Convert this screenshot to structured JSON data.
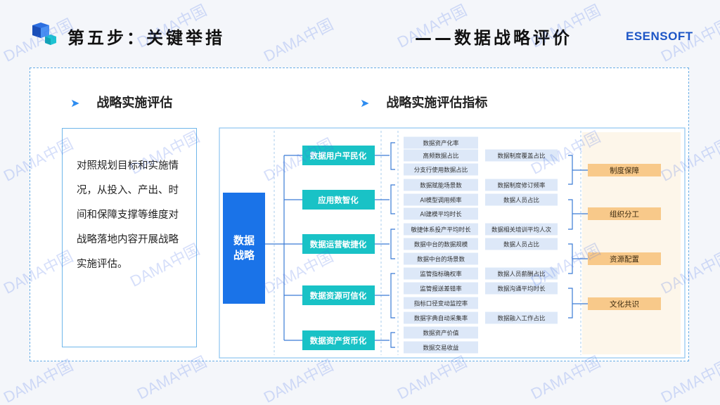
{
  "header": {
    "title_left": "第五步：关键举措",
    "title_right": "——数据战略评价",
    "brand": "ESENSOFT"
  },
  "left_section": {
    "title": "战略实施评估",
    "description": "对照规划目标和实施情况，从投入、产出、时间和保障支撑等维度对战略落地内容开展战略实施评估。"
  },
  "right_section": {
    "title": "战略实施评估指标"
  },
  "diagram": {
    "root": "数据战略",
    "goals": [
      "数据用户平民化",
      "应用数智化",
      "数据运营敏捷化",
      "数据资源可信化",
      "数据资产货币化"
    ],
    "indicators_col1": [
      [
        "数据资产化率",
        "高频数据占比",
        "分支行使用数据占比"
      ],
      [
        "数据赋能场景数",
        "AI模型调用频率",
        "AI建模平均时长"
      ],
      [
        "敏捷体系投产平均时长",
        "数据中台的数据规模",
        "数据中台的场景数"
      ],
      [
        "监管指标确权率",
        "监管报送差错率",
        "指标口径变动监控率",
        "数据字典自动采集率"
      ],
      [
        "数据资产价值",
        "数据交易收益"
      ]
    ],
    "indicators_col2": [
      [
        "数据制度覆盖占比"
      ],
      [
        "数据制度修订频率",
        "数据人员占比"
      ],
      [
        "数据相关培训平均人次",
        "数据人员占比"
      ],
      [
        "数据人员薪酬占比",
        "数据沟通平均时长"
      ],
      [
        "数据融入工作占比"
      ]
    ],
    "guarantees": [
      "制度保障",
      "组织分工",
      "资源配置",
      "文化共识"
    ]
  },
  "watermark": "DAMA中国",
  "colors": {
    "goal_box": "#19c2c6",
    "root_box": "#1a73e8",
    "indicator_box": "#dde8f8",
    "guarantee_box": "#f8c98a",
    "frame_border": "#69aee6"
  }
}
